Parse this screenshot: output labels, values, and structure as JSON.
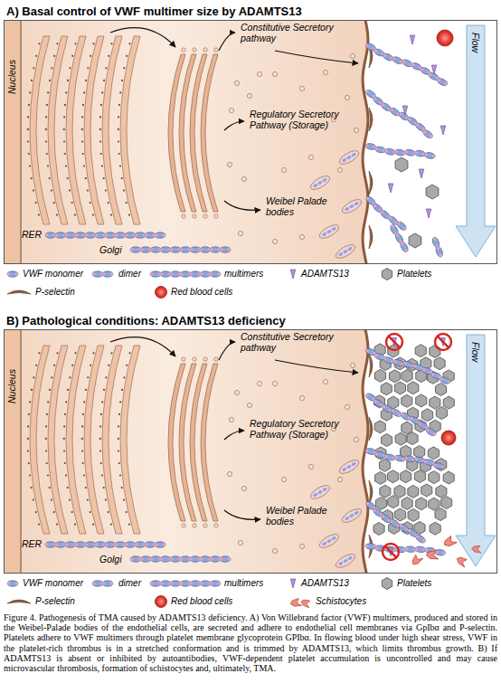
{
  "diagram": {
    "caption": "Figure 4. Pathogenesis of TMA caused by ADAMTS13 deficiency. A) Von Willebrand factor (VWF) multimers, produced and stored in the Weibel-Palade bodies of the endothelial cells, are secreted and adhere to endothelial cell membranes via GpIbα and P-selectin. Platelets adhere to VWF multimers through platelet membrane glycoprotein GPIbα. In flowing blood under high shear stress, VWF in the platelet-rich thrombus is in a stretched conformation and is trimmed by ADAMTS13, which limits thrombus growth. B) If ADAMTS13 is absent or inhibited by autoantibodies, VWF-dependent platelet accumulation is uncontrolled and may cause microvascular thrombosis, formation of schistocytes and, ultimately, TMA.",
    "nodes": [
      {
        "text": [
          "A) Basal control of VWF multimer size by ADAMTS13"
        ]
      },
      {
        "text": [
          "B) Pathological conditions: ADAMTS13 deficiency"
        ]
      }
    ],
    "labels": [
      "Nucleus",
      "RER",
      "Golgi",
      "Constitutive Secretory pathway",
      "Regulatory Secretory Pathway (Storage)",
      "Weibel Palade bodies",
      "Flow",
      "Nucleus",
      "RER",
      "Golgi",
      "Constitutive Secretory pathway",
      "Regulatory Secretory Pathway (Storage)",
      "Weibel Palade bodies",
      "Flow"
    ],
    "legend": [
      {
        "text": "VWF monomer"
      },
      {
        "text": "dimer"
      },
      {
        "text": "multimers"
      },
      {
        "text": "ADAMTS13"
      },
      {
        "text": "Platelets"
      },
      {
        "text": "P-selectin"
      },
      {
        "text": "Red blood cells"
      },
      {
        "text": "VWF monomer"
      },
      {
        "text": "dimer"
      },
      {
        "text": "multimers"
      },
      {
        "text": "ADAMTS13"
      },
      {
        "text": "Platelets"
      },
      {
        "text": "P-selectin"
      },
      {
        "text": "Red blood cells"
      },
      {
        "text": "Schistocytes"
      }
    ]
  }
}
